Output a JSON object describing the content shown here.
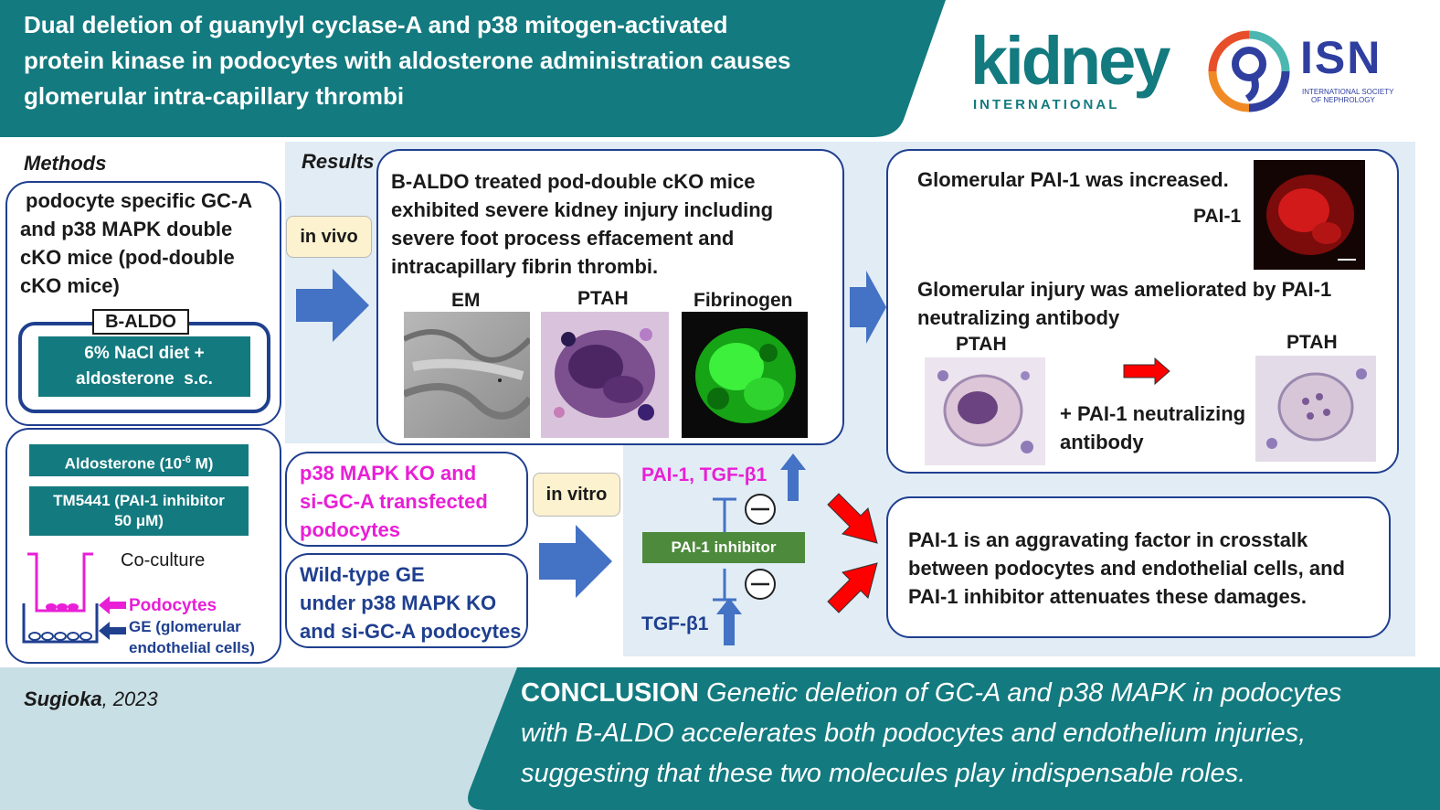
{
  "header": {
    "title_lines": [
      "Dual deletion of guanylyl cyclase-A and p38 mitogen-activated",
      "protein kinase in podocytes with aldosterone administration causes",
      "glomerular intra-capillary thrombi"
    ],
    "journal_logo": {
      "main": "kidney",
      "sub": "INTERNATIONAL"
    },
    "isn_logo": {
      "main": "ISN",
      "sub_lines": [
        "INTERNATIONAL SOCIETY",
        "OF NEPHROLOGY"
      ]
    }
  },
  "methods": {
    "heading": "Methods",
    "model_lines": [
      "podocyte specific GC-A",
      "and p38 MAPK double",
      "cKO mice (pod-double",
      "cKO mice)"
    ],
    "baldo_label": "B-ALDO",
    "baldo_lines": [
      "6% NaCl diet +",
      "aldosterone  s.c."
    ],
    "invitro": {
      "aldosterone": "Aldosterone (10",
      "aldosterone_sup": "-6",
      "aldosterone_end": " M)",
      "tm_lines": [
        "TM5441 (PAI-1 inhibitor",
        "50 μM)"
      ],
      "coculture": "Co-culture",
      "podocytes": "Podocytes",
      "ge_lines": [
        "GE (glomerular",
        "endothelial cells)"
      ]
    }
  },
  "results": {
    "heading": "Results",
    "in_vivo": "in vivo",
    "in_vitro": "in vitro",
    "vivo_lines": [
      "B-ALDO treated pod-double cKO mice",
      "exhibited severe kidney injury including",
      "severe foot process effacement and",
      "intracapillary fibrin thrombi."
    ],
    "image_labels": [
      "EM",
      "PTAH",
      "Fibrinogen"
    ],
    "pai_increase": "Glomerular PAI-1 was increased.",
    "pai_label": "PAI-1",
    "ameliorated_lines": [
      "Glomerular injury was ameliorated by PAI-1",
      "neutralizing antibody"
    ],
    "ptah_before": "PTAH",
    "ptah_after": "PTAH",
    "antibody_lines": [
      "+ PAI-1 neutralizing",
      "antibody"
    ],
    "p38_lines": [
      "p38 MAPK KO and",
      "si-GC-A transfected",
      "podocytes"
    ],
    "wt_lines": [
      "Wild-type GE",
      "under p38 MAPK KO",
      "and si-GC-A podocytes"
    ],
    "pai_tgf": "PAI-1, TGF-β1",
    "inhibitor": "PAI-1 inhibitor",
    "tgf": "TGF-β1",
    "summary_lines": [
      "PAI-1 is an aggravating factor in crosstalk",
      "between podocytes and endothelial cells, and",
      "PAI-1 inhibitor attenuates these damages."
    ]
  },
  "footer": {
    "author": "Sugioka",
    "year": ", 2023",
    "conclusion_label": "CONCLUSION",
    "conclusion_lines": [
      " Genetic deletion of GC-A and p38 MAPK in podocytes",
      "with B-ALDO accelerates both podocytes and endothelium injuries,",
      "suggesting that these two molecules play indispensable roles."
    ]
  },
  "colors": {
    "teal": "#137a7f",
    "navy": "#1f3f8f",
    "magenta": "#e81fd6",
    "arrow_blue": "#4472c4",
    "light_blue_bg": "#e1ecf5",
    "red_arrow": "#ff0000"
  }
}
